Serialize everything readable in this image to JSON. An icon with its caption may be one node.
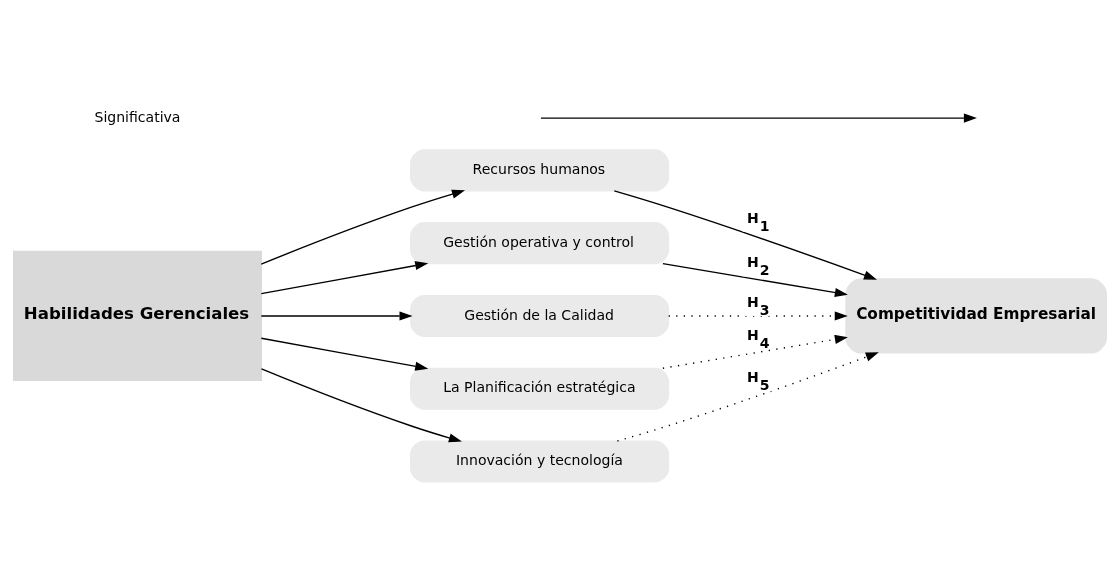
{
  "diagram": {
    "nodes": [
      {
        "text": [
          "Habilidades Gerenciales"
        ]
      },
      {
        "text": [
          "Recursos humanos"
        ]
      },
      {
        "text": [
          "Gestión operativa y control"
        ]
      },
      {
        "text": [
          "Gestión de la Calidad"
        ]
      },
      {
        "text": [
          "La Planificación estratégica"
        ]
      },
      {
        "text": [
          "Innovación y tecnología"
        ]
      },
      {
        "text": [
          "Competitividad Empresarial"
        ]
      }
    ],
    "edges": [
      {
        "from": 0,
        "to": 1,
        "arrow": "to"
      },
      {
        "from": 0,
        "to": 2,
        "arrow": "to"
      },
      {
        "from": 0,
        "to": 3,
        "arrow": "to"
      },
      {
        "from": 0,
        "to": 4,
        "arrow": "to"
      },
      {
        "from": 0,
        "to": 5,
        "arrow": "to"
      },
      {
        "from": 1,
        "to": 6,
        "arrow": "to",
        "label": "H$_{1}$"
      },
      {
        "from": 2,
        "to": 6,
        "arrow": "to",
        "label": "H$_{2}$"
      },
      {
        "from": 3,
        "to": 6,
        "arrow": "to",
        "label": "H$_{3}$",
        "style": "dashed"
      },
      {
        "from": 4,
        "to": 6,
        "arrow": "to",
        "label": "H$_{4}$",
        "style": "dashed"
      },
      {
        "from": 5,
        "to": 6,
        "arrow": "to",
        "label": "H$_{5}$",
        "style": "dashed"
      }
    ],
    "legend": [
      {
        "text": "Significativa"
      }
    ]
  }
}
